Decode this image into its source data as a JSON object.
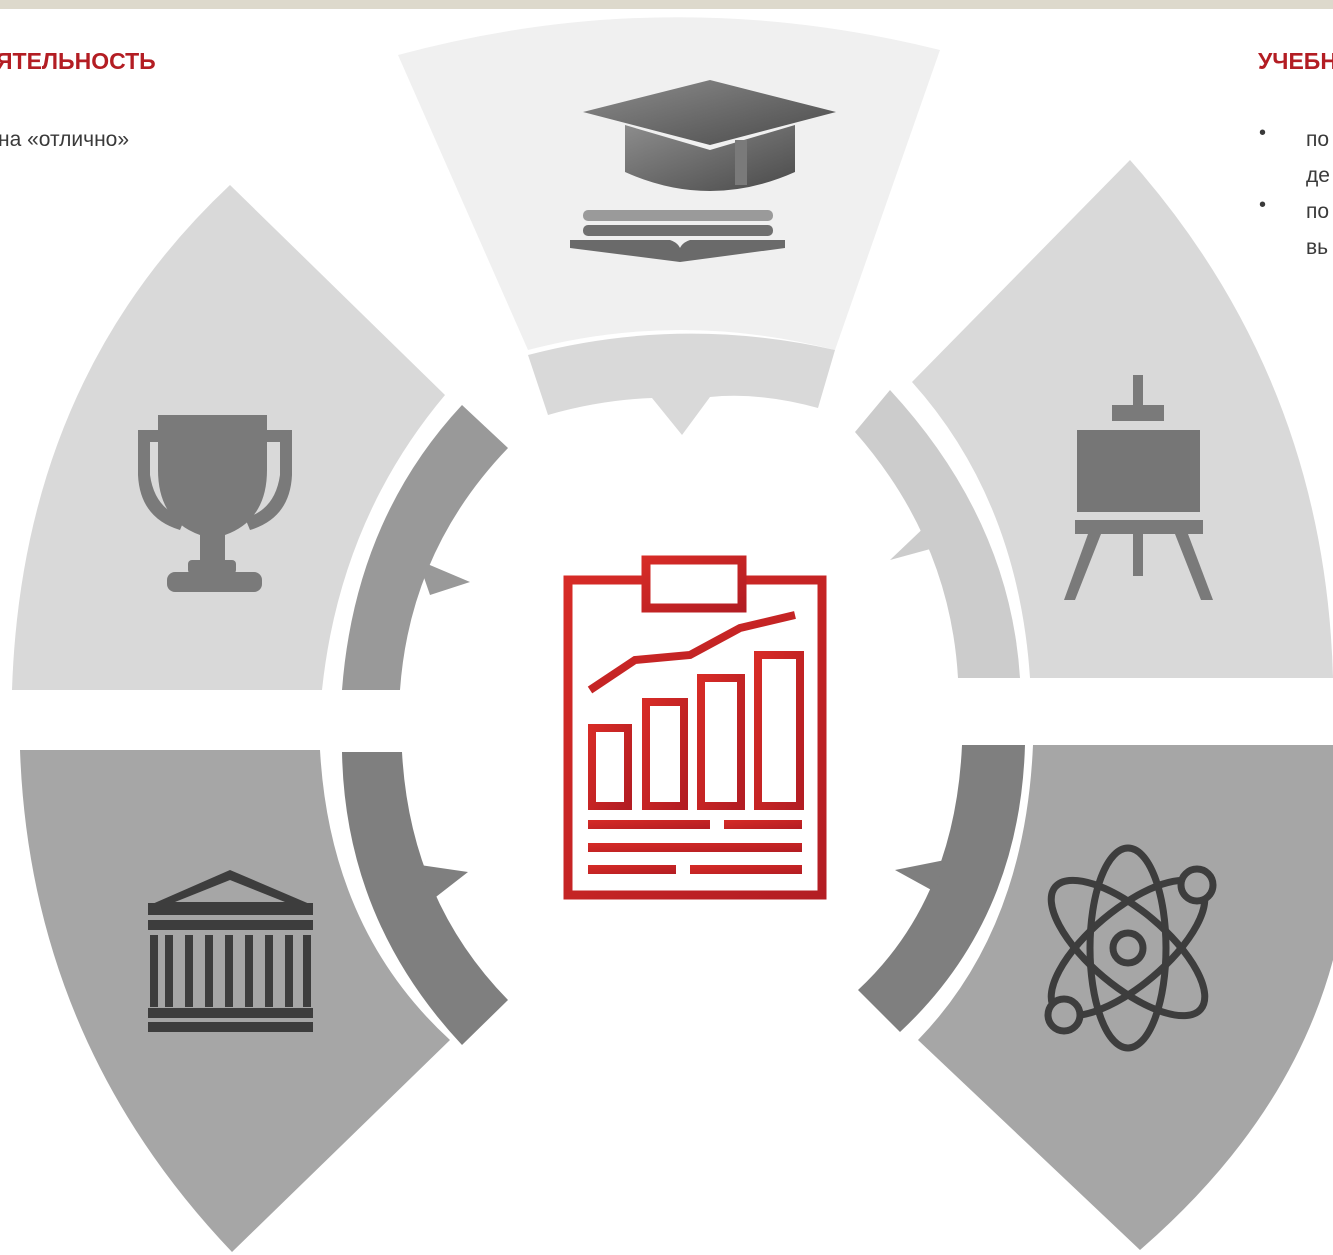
{
  "left_block": {
    "heading": "ЯТЕЛЬНОСТЬ",
    "line": "на «отлично»"
  },
  "right_block": {
    "heading": "УЧЕБН",
    "bullets": [
      {
        "marker": "•",
        "lines": [
          "по",
          "де"
        ]
      },
      {
        "marker": "•",
        "lines": [
          "по",
          "вь"
        ]
      }
    ]
  },
  "colors": {
    "heading": "#b31d23",
    "accent_red": "#d62b26",
    "petal_top": "#f0f0f0",
    "petal_upper": "#d9d9d9",
    "petal_lower": "#a6a6a6",
    "ring_light": "#cccccc",
    "ring_mid": "#999999",
    "ring_dark": "#7f7f7f",
    "icon_gray": "#737373",
    "icon_dark": "#3d3d3d"
  },
  "icons": {
    "center": "clipboard-chart-icon",
    "top": "graduation-cap-book-icon",
    "upper_left": "trophy-icon",
    "upper_right": "easel-icon",
    "lower_left": "university-building-icon",
    "lower_right": "atom-icon"
  }
}
